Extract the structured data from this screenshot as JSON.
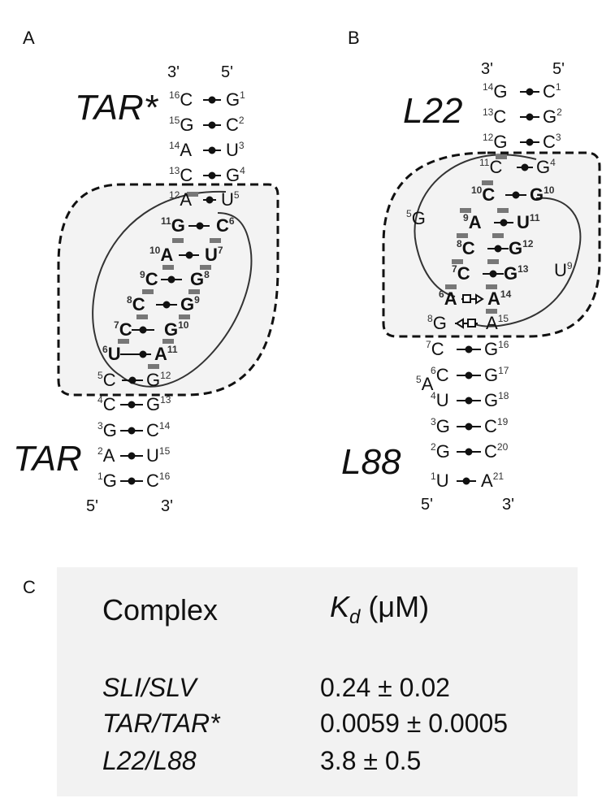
{
  "panelA": {
    "letter": "A",
    "top_label": "TAR*",
    "bottom_label": "TAR",
    "top_ends": {
      "left": "3'",
      "right": "5'"
    },
    "bottom_ends": {
      "left": "5'",
      "right": "3'"
    },
    "top_strand_pairs": [
      {
        "left": "C",
        "left_num": "16",
        "right": "G",
        "right_num": "1"
      },
      {
        "left": "G",
        "left_num": "15",
        "right": "C",
        "right_num": "2"
      },
      {
        "left": "A",
        "left_num": "14",
        "right": "U",
        "right_num": "3"
      },
      {
        "left": "C",
        "left_num": "13",
        "right": "G",
        "right_num": "4"
      },
      {
        "left": "A",
        "left_num": "12",
        "right": "U",
        "right_num": "5"
      }
    ],
    "inter_pairs": [
      {
        "left": "G",
        "left_num": "11",
        "right": "C",
        "right_num": "6"
      },
      {
        "left": "A",
        "left_num": "10",
        "right": "U",
        "right_num": "7"
      },
      {
        "left": "C",
        "left_num": "9",
        "right": "G",
        "right_num": "8"
      },
      {
        "left": "C",
        "left_num": "8",
        "right": "G",
        "right_num": "9"
      },
      {
        "left": "C",
        "left_num": "7",
        "right": "G",
        "right_num": "10"
      },
      {
        "left": "U",
        "left_num": "6",
        "right": "A",
        "right_num": "11"
      },
      {
        "left": "C",
        "left_num": "5",
        "right": "G",
        "right_num": "12"
      }
    ],
    "bottom_strand_pairs": [
      {
        "left": "C",
        "left_num": "4",
        "right": "G",
        "right_num": "13"
      },
      {
        "left": "G",
        "left_num": "3",
        "right": "C",
        "right_num": "14"
      },
      {
        "left": "A",
        "left_num": "2",
        "right": "U",
        "right_num": "15"
      },
      {
        "left": "G",
        "left_num": "1",
        "right": "C",
        "right_num": "16"
      }
    ]
  },
  "panelB": {
    "letter": "B",
    "top_label": "L22",
    "bottom_label": "L88",
    "top_ends": {
      "left": "3'",
      "right": "5'"
    },
    "bottom_ends": {
      "left": "5'",
      "right": "3'"
    },
    "top_pairs": [
      {
        "left": "G",
        "left_num": "14",
        "right": "C",
        "right_num": "1"
      },
      {
        "left": "C",
        "left_num": "13",
        "right": "G",
        "right_num": "2"
      },
      {
        "left": "G",
        "left_num": "12",
        "right": "C",
        "right_num": "3"
      },
      {
        "left": "C",
        "left_num": "11",
        "right": "G",
        "right_num": "4"
      }
    ],
    "loop_left": {
      "base": "G",
      "num": "5"
    },
    "loop_right": {
      "base": "U",
      "num": "9"
    },
    "inter_pairs": [
      {
        "left": "C",
        "left_num": "10",
        "right": "G",
        "right_num": "10"
      },
      {
        "left": "A",
        "left_num": "9",
        "right": "U",
        "right_num": "11"
      },
      {
        "left": "C",
        "left_num": "8",
        "right": "G",
        "right_num": "12"
      },
      {
        "left": "C",
        "left_num": "7",
        "right": "G",
        "right_num": "13"
      },
      {
        "left": "A",
        "left_num": "6",
        "right": "A",
        "right_num": "14"
      },
      {
        "left": "G",
        "left_num": "8",
        "right": "A",
        "right_num": "15"
      }
    ],
    "bottom_pairs": [
      {
        "left": "C",
        "left_num": "7",
        "right": "G",
        "right_num": "16"
      },
      {
        "left": "C",
        "left_num": "6",
        "right": "G",
        "right_num": "17"
      },
      {
        "left": "U",
        "left_num": "4",
        "right": "G",
        "right_num": "18"
      },
      {
        "left": "G",
        "left_num": "3",
        "right": "C",
        "right_num": "19"
      },
      {
        "left": "G",
        "left_num": "2",
        "right": "C",
        "right_num": "20"
      },
      {
        "left": "U",
        "left_num": "1",
        "right": "A",
        "right_num": "21"
      }
    ],
    "bulge": {
      "base": "A",
      "num": "5"
    }
  },
  "panelC": {
    "letter": "C",
    "header_complex": "Complex",
    "header_kd_k": "K",
    "header_kd_d": "d",
    "header_kd_unit": " (μM)",
    "rows": [
      {
        "complex": "SLI/SLV",
        "kd": "0.24 ± 0.02"
      },
      {
        "complex": "TAR/TAR*",
        "kd": "0.0059 ± 0.0005"
      },
      {
        "complex": "L22/L88",
        "kd": "3.8 ± 0.5"
      }
    ]
  }
}
